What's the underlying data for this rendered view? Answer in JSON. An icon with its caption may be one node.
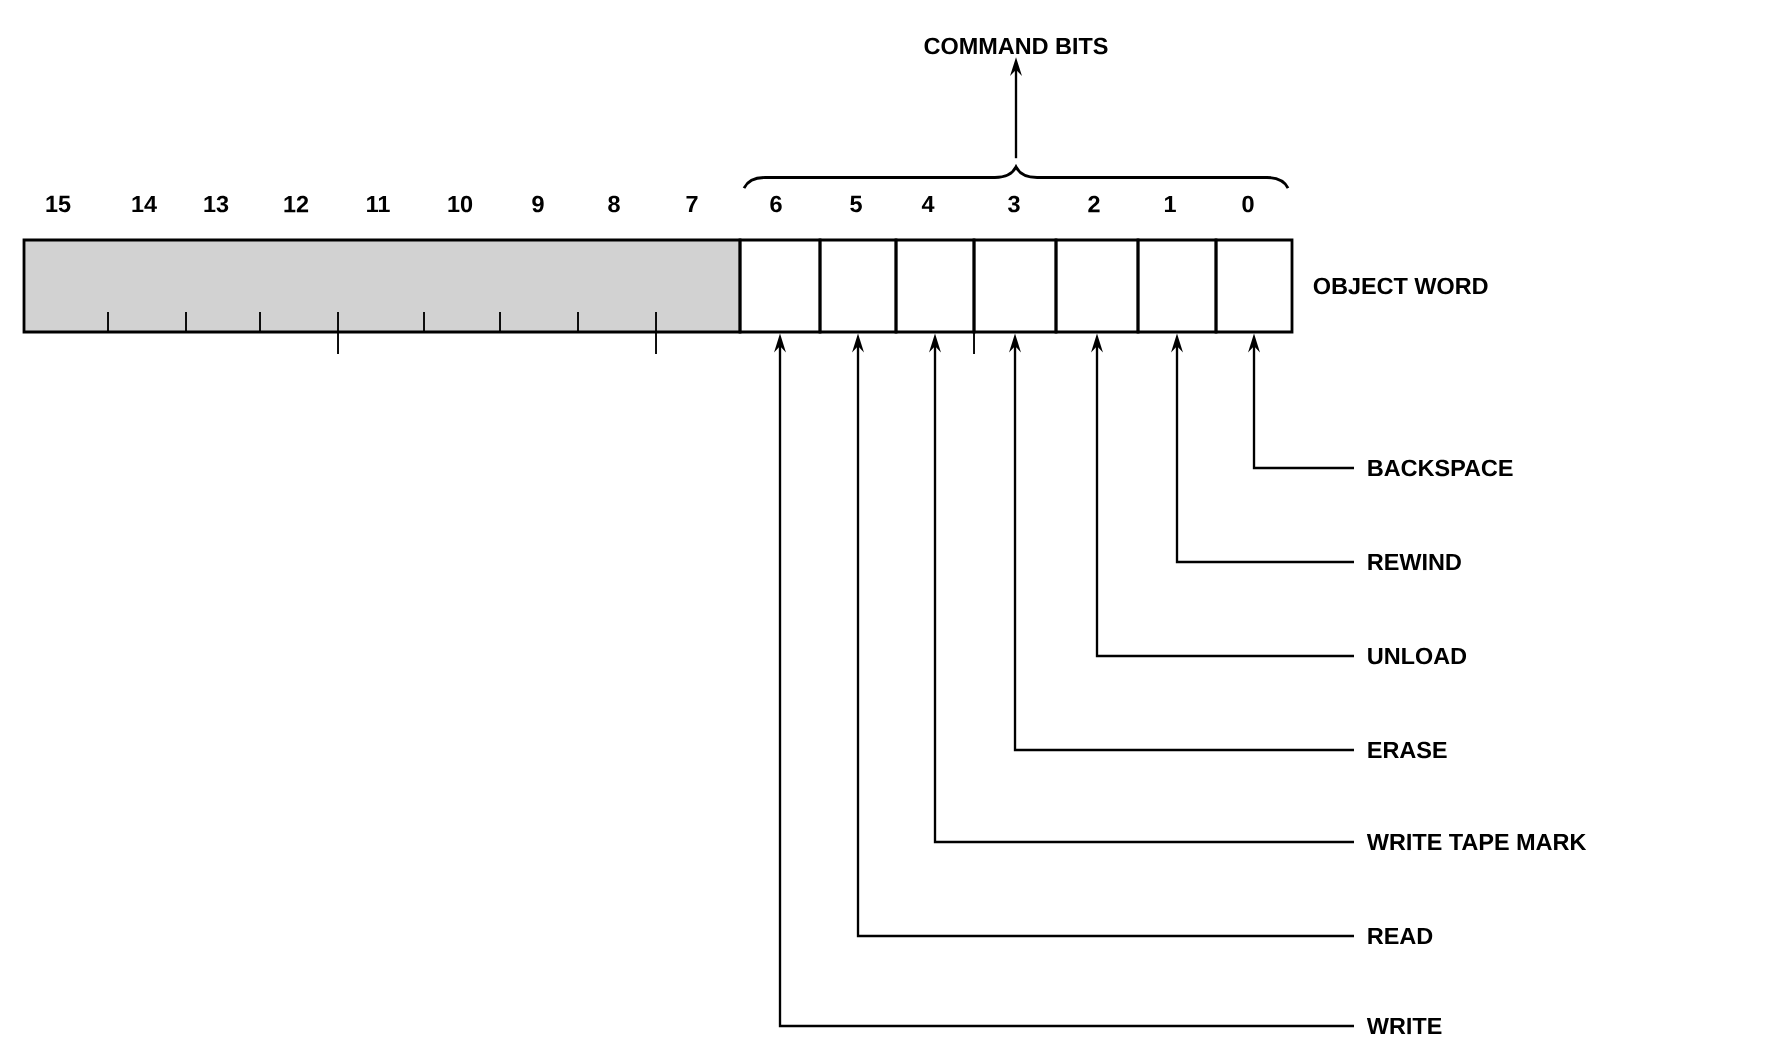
{
  "diagram": {
    "nodes": [
      {
        "text": [
          "COMMAND BITS"
        ]
      },
      {
        "text": [],
        "shape": "box"
      },
      {
        "text": [],
        "shape": "box"
      },
      {
        "text": [],
        "shape": "box"
      },
      {
        "text": [],
        "shape": "box"
      },
      {
        "text": [],
        "shape": "box"
      },
      {
        "text": [],
        "shape": "box"
      },
      {
        "text": [],
        "shape": "box"
      },
      {
        "text": [
          "BACKSPACE"
        ]
      },
      {
        "text": [
          "REWIND"
        ]
      },
      {
        "text": [
          "UNLOAD"
        ]
      },
      {
        "text": [
          "ERASE"
        ]
      },
      {
        "text": [
          "WRITE TAPE MARK"
        ]
      },
      {
        "text": [
          "READ"
        ]
      },
      {
        "text": [
          "WRITE"
        ]
      },
      {
        "text": [],
        "shape": "brace"
      }
    ],
    "edges": [
      {
        "from": 15,
        "to": 0,
        "arrow": "to"
      },
      {
        "from": 8,
        "to": 7,
        "arrow": "to"
      },
      {
        "from": 9,
        "to": 6,
        "arrow": "to"
      },
      {
        "from": 10,
        "to": 5,
        "arrow": "to"
      },
      {
        "from": 11,
        "to": 4,
        "arrow": "to"
      },
      {
        "from": 12,
        "to": 3,
        "arrow": "to"
      },
      {
        "from": 13,
        "to": 2,
        "arrow": "to"
      },
      {
        "from": 14,
        "to": 1,
        "arrow": "to"
      }
    ],
    "labels": [
      "15",
      "14",
      "13",
      "12",
      "11",
      "10",
      "9",
      "8",
      "7",
      "6",
      "5",
      "4",
      "3",
      "2",
      "1",
      "0",
      "OBJECT WORD"
    ]
  }
}
